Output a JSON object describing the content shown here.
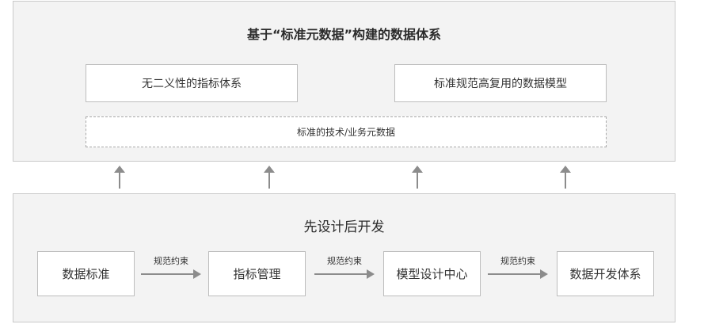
{
  "top_panel": {
    "title": "基于“标准元数据”构建的数据体系",
    "left_box": "无二义性的指标体系",
    "right_box": "标准规范高复用的数据模型",
    "dashed_box": "标准的技术/业务元数据"
  },
  "bottom_panel": {
    "title": "先设计后开发",
    "steps": [
      "数据标准",
      "指标管理",
      "模型设计中心",
      "数据开发体系"
    ],
    "arrow_labels": [
      "规范约束",
      "规范约束",
      "规范约束"
    ]
  },
  "colors": {
    "panel_bg": "#f3f3f3",
    "panel_border": "#c9c9c9",
    "arrow": "#8c8c8c"
  }
}
